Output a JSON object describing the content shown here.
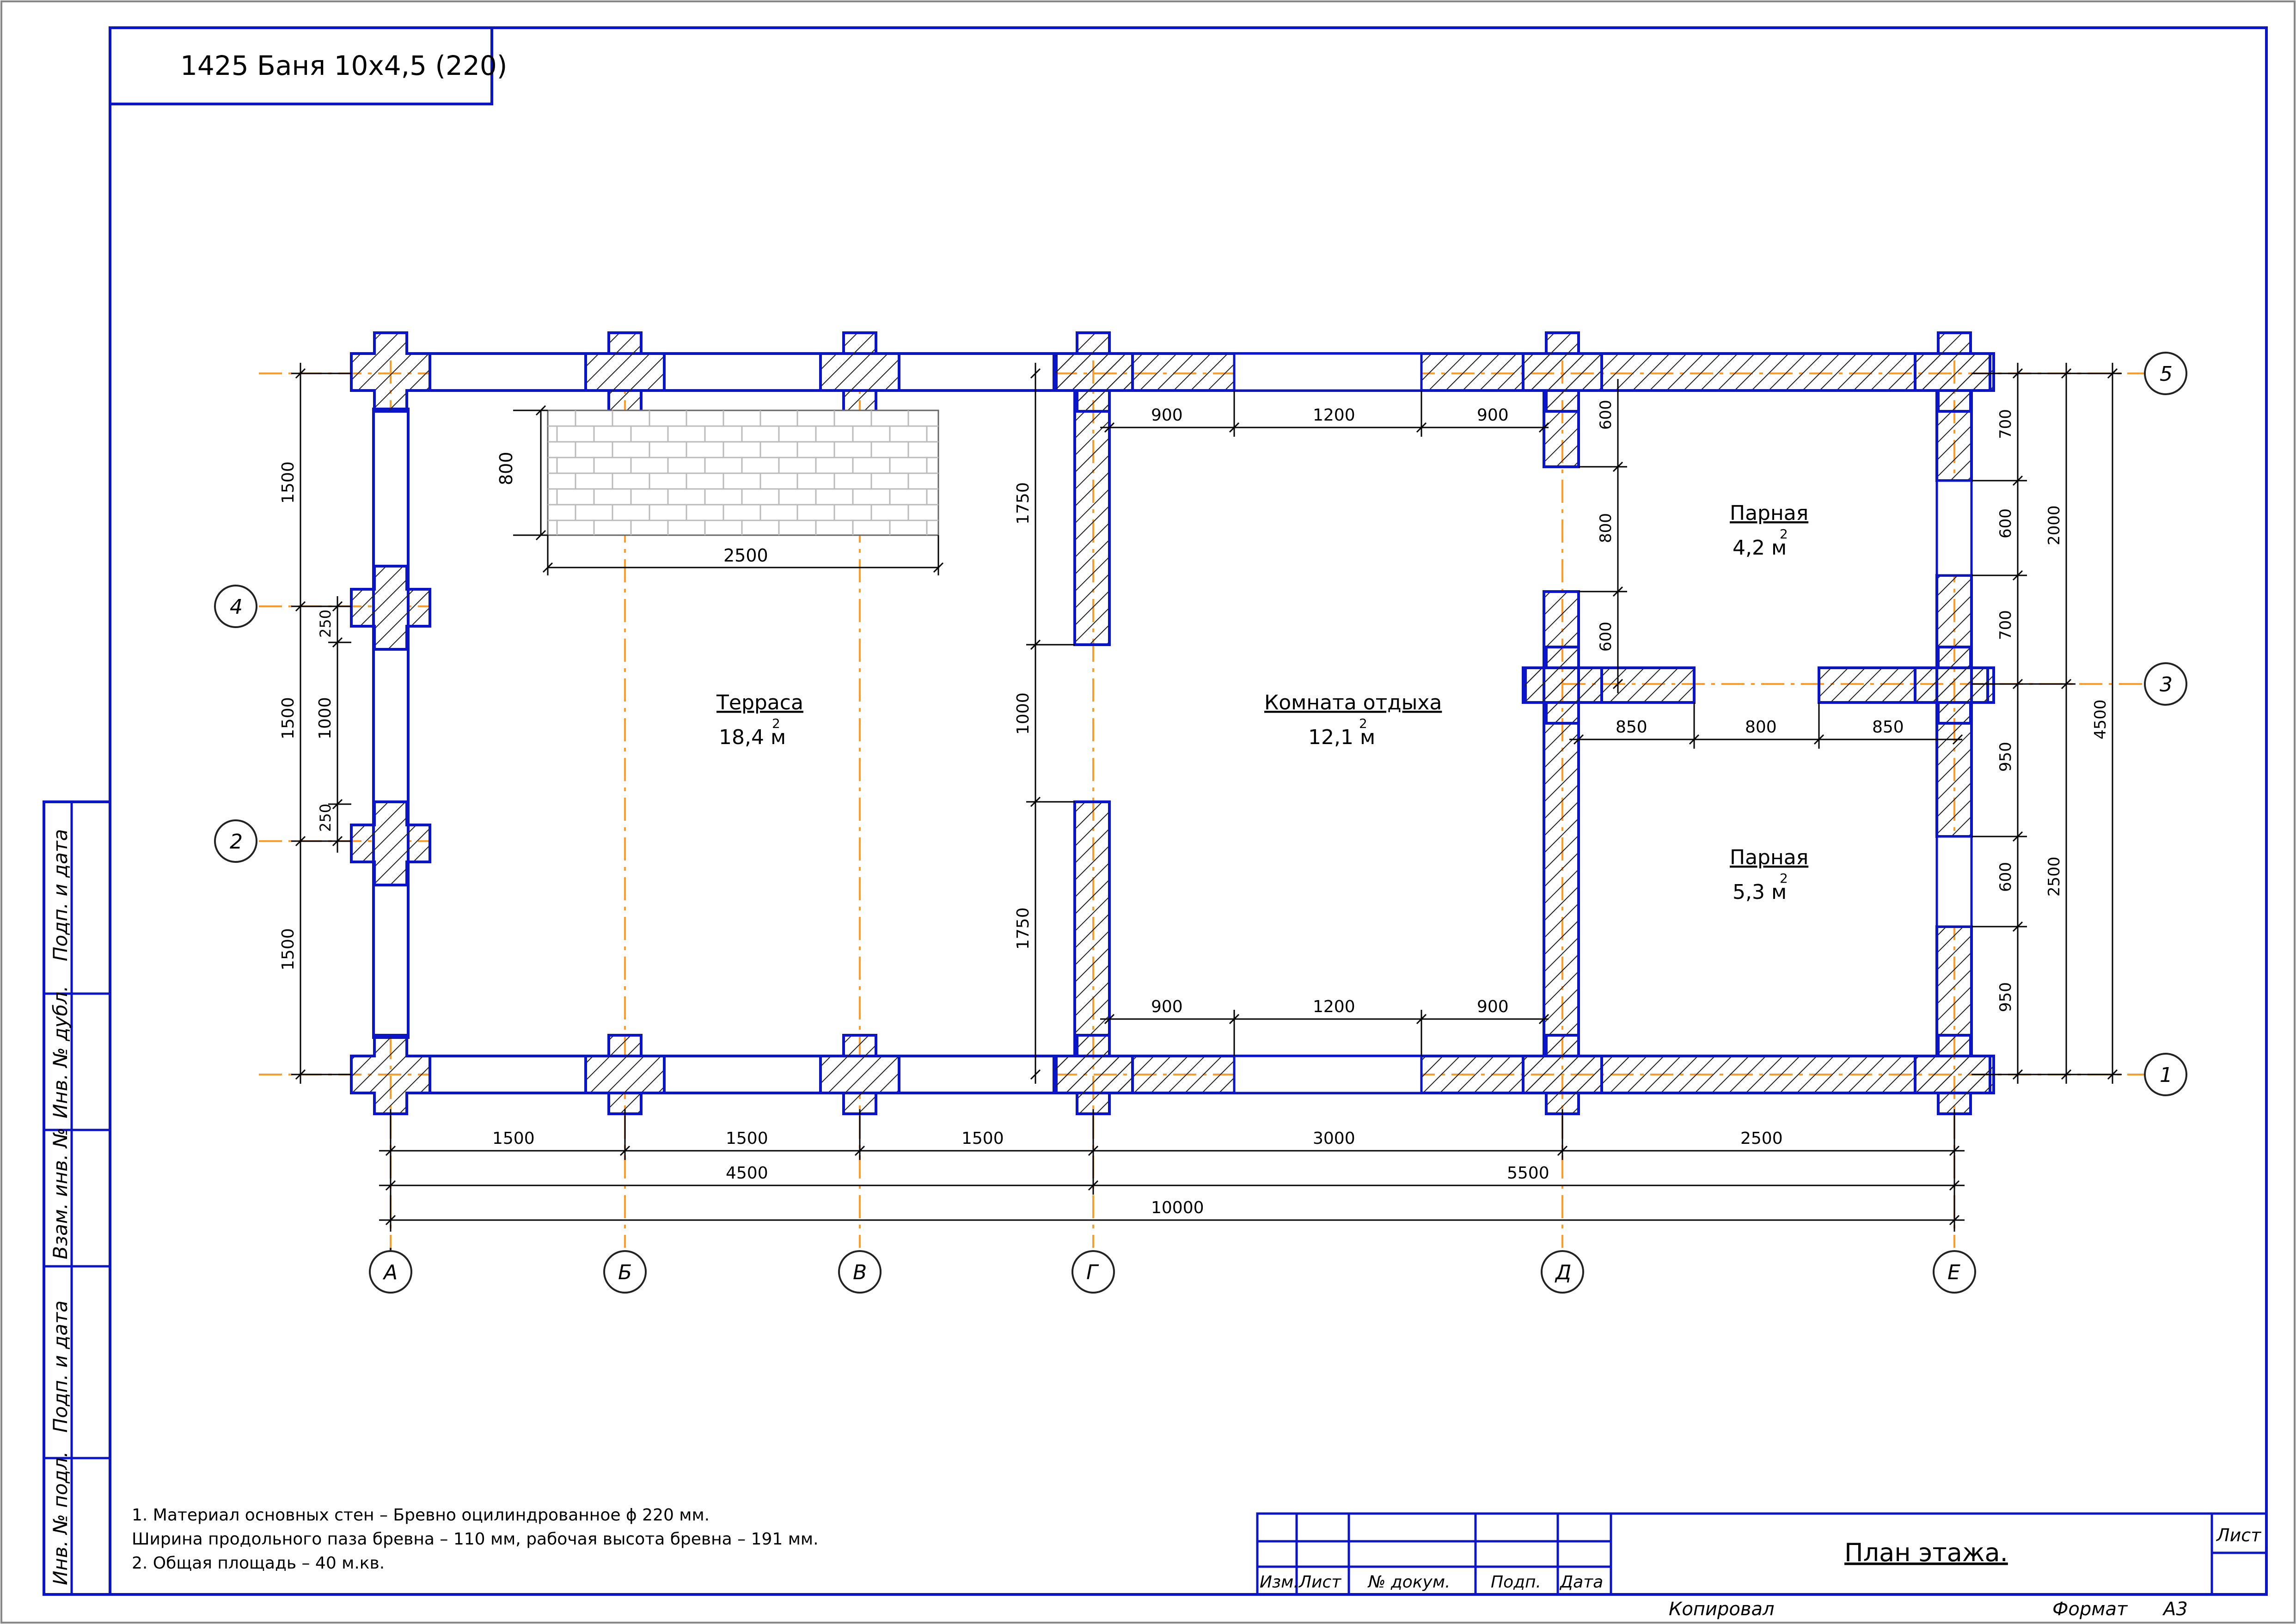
{
  "title_block": {
    "project": "1425 Баня 10х4,5 (220)",
    "sheet_title": "План этажа.",
    "sheet_label": "Лист",
    "copied_label": "Копировал",
    "format_label": "Формат",
    "format_value": "А3",
    "columns": {
      "izm": "Изм.",
      "list": "Лист",
      "doc": "№ докум.",
      "sign": "Подп.",
      "date": "Дата"
    }
  },
  "side_stamp": {
    "podp_data_1": "Подп. и дата",
    "inv_dubl": "Инв. № дубл.",
    "vzam_inv": "Взам. инв. №",
    "podp_data_2": "Подп. и дата",
    "inv_podl": "Инв. № подл."
  },
  "notes": [
    "1. Материал основных стен – Бревно оцилиндрованное ϕ 220 мм.",
    "Ширина продольного паза бревна – 110 мм, рабочая высота бревна – 191 мм.",
    "2. Общая площадь – 40 м.кв."
  ],
  "rooms": [
    {
      "name": "Терраса",
      "area": "18,4 м",
      "sup": "2"
    },
    {
      "name": "Комната отдыха",
      "area": "12,1 м",
      "sup": "2"
    },
    {
      "name": "Парная",
      "area": "4,2 м",
      "sup": "2"
    },
    {
      "name": "Парная",
      "area": "5,3 м",
      "sup": "2"
    }
  ],
  "axes_letters": [
    "А",
    "Б",
    "В",
    "Г",
    "Д",
    "Е"
  ],
  "axes_numbers": [
    "5",
    "4",
    "3",
    "2",
    "1"
  ],
  "dims": {
    "bottom_row1": [
      "1500",
      "1500",
      "1500",
      "3000",
      "2500"
    ],
    "bottom_row2": [
      "4500",
      "5500"
    ],
    "bottom_row3": "10000",
    "left_outer": [
      "1500",
      "1500",
      "1500"
    ],
    "left_inner": [
      "250",
      "1000",
      "250"
    ],
    "g_left": [
      "1750",
      "1000",
      "1750"
    ],
    "room_top": [
      "900",
      "1200",
      "900"
    ],
    "room_bottom": [
      "900",
      "1200",
      "900"
    ],
    "d_wall": [
      "600",
      "800",
      "600"
    ],
    "partition": [
      "850",
      "800",
      "850"
    ],
    "right_inner": [
      "700",
      "600",
      "700",
      "950",
      "600",
      "950"
    ],
    "right_mid": [
      "2000",
      "2500"
    ],
    "right_outer": "4500",
    "bench": {
      "height": "800",
      "width": "2500"
    }
  },
  "colors": {
    "wall_outline": "#0a14c8",
    "axis_line": "#ff9b28",
    "dimension": "#000000",
    "frame": "#0a14c8"
  }
}
